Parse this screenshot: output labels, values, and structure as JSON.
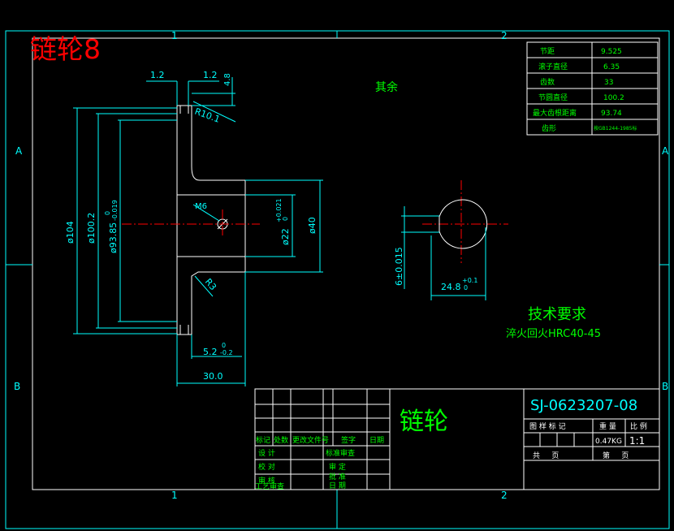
{
  "drawing_title": "链轮8",
  "zones": {
    "col1": "1",
    "col2": "2",
    "rowA": "A",
    "rowB": "B"
  },
  "part_name": "链轮",
  "drawing_number": "SJ-0623207-08",
  "remaining_roughness": "其余",
  "tech_requirements": {
    "title": "技术要求",
    "line1": "淬火回火HRC40-45"
  },
  "dimensions": {
    "d_width_left": "1.2",
    "d_width_right": "1.2",
    "d_tooth_h": "4.8",
    "d_r10": "R10.1",
    "d_phi104": "ø104",
    "d_phi100": "ø100.2",
    "d_phi93_main": "ø93.85",
    "d_phi93_up": "0",
    "d_phi93_low": "-0.019",
    "d_m6": "M6",
    "d_phi22_main": "ø22",
    "d_phi22_tol": "+0.021",
    "d_phi22_zero": "0",
    "d_phi40": "ø40",
    "d_r3": "R3",
    "d_52_main": "5.2",
    "d_52_up": "0",
    "d_52_low": "-0.2",
    "d_30": "30.0",
    "d_6_main": "6±0.015",
    "d_248_main": "24.8",
    "d_248_up": "+0.1",
    "d_248_low": "0"
  },
  "params": [
    {
      "label": "节距",
      "value": "9.525"
    },
    {
      "label": "滚子直径",
      "value": "6.35"
    },
    {
      "label": "齿数",
      "value": "33"
    },
    {
      "label": "节圆直径",
      "value": "100.2"
    },
    {
      "label": "最大齿根距离",
      "value": "93.74"
    },
    {
      "label": "齿形",
      "value": "按GB1244-1985标"
    }
  ],
  "title_block": {
    "rev_headers": [
      "标记",
      "处数",
      "更改文件号",
      "签字",
      "日期"
    ],
    "sign_labels": [
      "设 计",
      "校 对",
      "审 核",
      "工艺审查"
    ],
    "sign_labels2": [
      "标准审查",
      "审 定",
      "批 准",
      "日 期"
    ],
    "stage_label": "图 样 标 记",
    "weight_label": "重 量",
    "scale_label": "比 例",
    "weight_value": "0.47KG",
    "scale_value": "1:1",
    "sheets_total": "共     页",
    "sheet_no": "第     页"
  },
  "colors": {
    "border": "#00ffff",
    "outline": "#ffffff",
    "dim": "#00ffff",
    "center": "#ff0000",
    "text": "#00ff00",
    "title": "#ff0000"
  }
}
